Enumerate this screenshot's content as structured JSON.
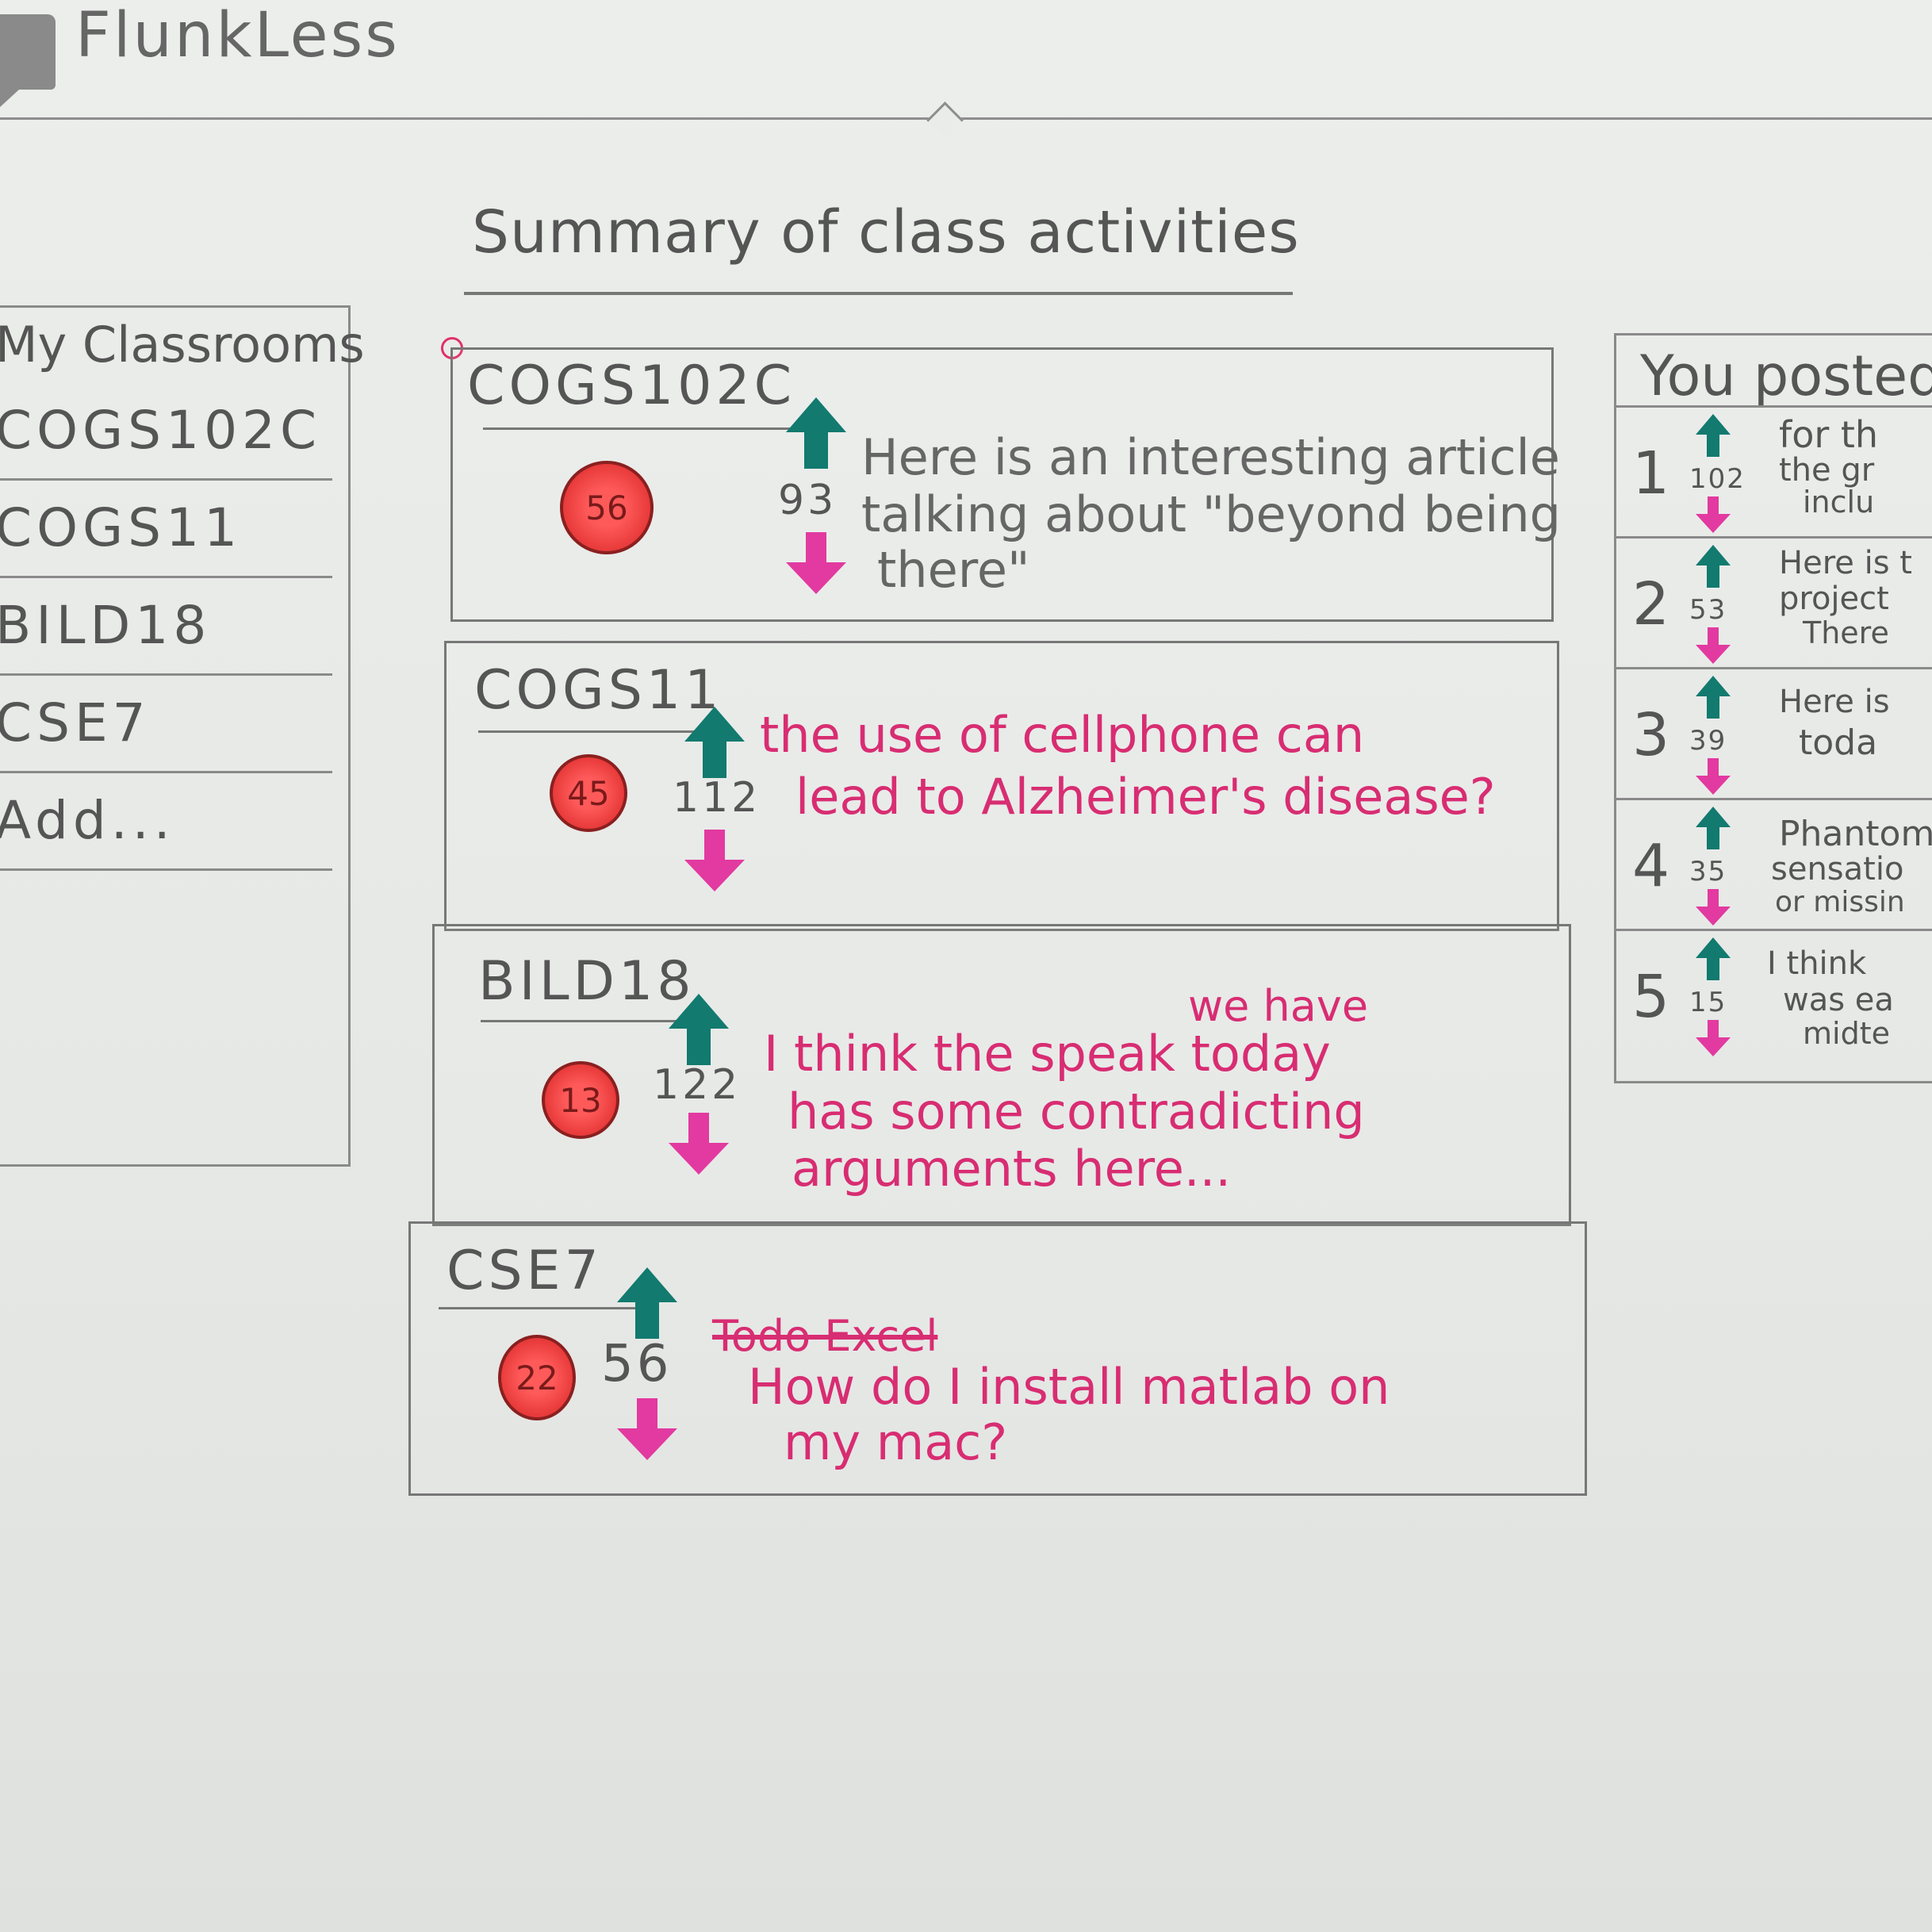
{
  "app": {
    "title": "FlunkLess"
  },
  "page": {
    "title": "Summary of class activities"
  },
  "sidebar": {
    "title": "My Classrooms",
    "items": [
      {
        "label": "COGS102C"
      },
      {
        "label": "COGS11"
      },
      {
        "label": "BILD18"
      },
      {
        "label": "CSE7"
      },
      {
        "label": "Add..."
      }
    ]
  },
  "activities": [
    {
      "course": "COGS102C",
      "badge": "56",
      "votes": "93",
      "text_lines": [
        "Here is an interesting article",
        "talking about \"beyond being",
        "there\""
      ]
    },
    {
      "course": "COGS11",
      "badge": "45",
      "votes": "112",
      "text_lines": [
        "the use of cellphone can",
        "lead to Alzheimer's disease?"
      ]
    },
    {
      "course": "BILD18",
      "badge": "13",
      "votes": "122",
      "insert_text": "we have",
      "text_lines": [
        "I think the speak today",
        "has some contradicting",
        "arguments here..."
      ]
    },
    {
      "course": "CSE7",
      "badge": "22",
      "votes": "56",
      "struck_text": "Todo Excel",
      "text_lines": [
        "How do I install matlab on",
        "my mac?"
      ]
    }
  ],
  "you_posted": {
    "title": "You posted",
    "items": [
      {
        "rank": "1",
        "votes": "102",
        "text_lines": [
          "for th",
          "the gr",
          "inclu"
        ]
      },
      {
        "rank": "2",
        "votes": "53",
        "text_lines": [
          "Here is t",
          "project",
          "There"
        ]
      },
      {
        "rank": "3",
        "votes": "39",
        "text_lines": [
          "Here is",
          "toda"
        ]
      },
      {
        "rank": "4",
        "votes": "35",
        "text_lines": [
          "Phantom",
          "sensatio",
          "or missin"
        ]
      },
      {
        "rank": "5",
        "votes": "15",
        "text_lines": [
          "I think",
          "was ea",
          "midte"
        ]
      }
    ]
  },
  "colors": {
    "upvote": "#127a6f",
    "downvote": "#e23aa0",
    "badge": "#e83a3a",
    "pink_text": "#d82d72"
  }
}
